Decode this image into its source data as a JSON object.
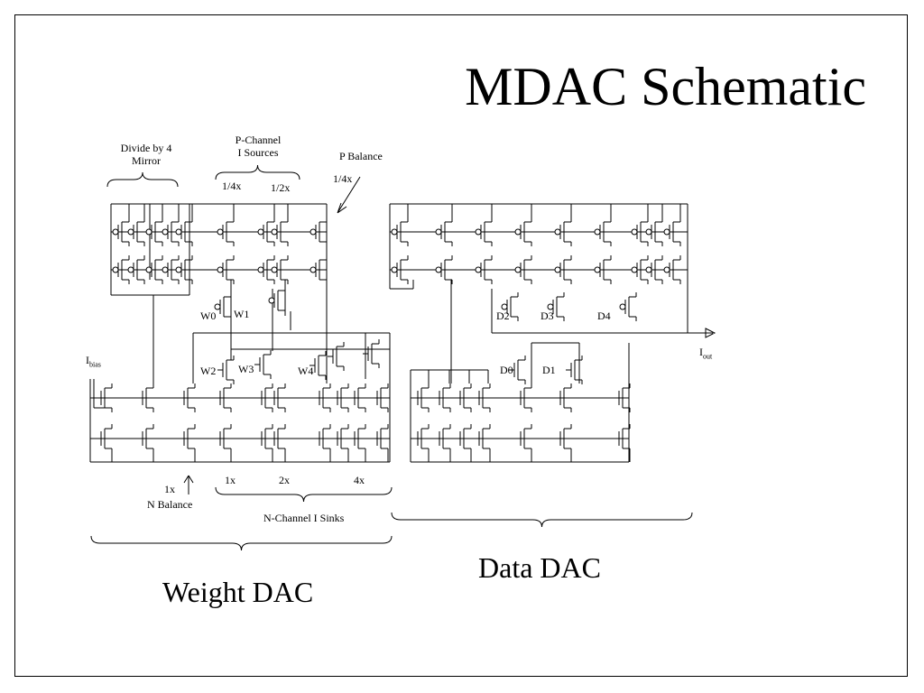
{
  "title": "MDAC Schematic",
  "labels": {
    "divide_by_4_line1": "Divide by 4",
    "divide_by_4_line2": "Mirror",
    "p_channel_line1": "P-Channel",
    "p_channel_line2": "I Sources",
    "p_balance": "P Balance",
    "p_balance_ratio": "1/4x",
    "p_ratio_quarter": "1/4x",
    "p_ratio_half": "1/2x",
    "ibias_main": "I",
    "ibias_sub": "bias",
    "iout_main": "I",
    "iout_sub": "out",
    "n_balance_ratio": "1x",
    "n_balance": "N Balance",
    "n_sink_1x": "1x",
    "n_sink_2x": "2x",
    "n_sink_4x": "4x",
    "n_channel_sinks": "N-Channel I Sinks",
    "weight_dac": "Weight DAC",
    "data_dac": "Data DAC"
  },
  "switches": {
    "w0": "W0",
    "w1": "W1",
    "w2": "W2",
    "w3": "W3",
    "w4": "W4",
    "d0": "D0",
    "d1": "D1",
    "d2": "D2",
    "d3": "D3",
    "d4": "D4"
  }
}
